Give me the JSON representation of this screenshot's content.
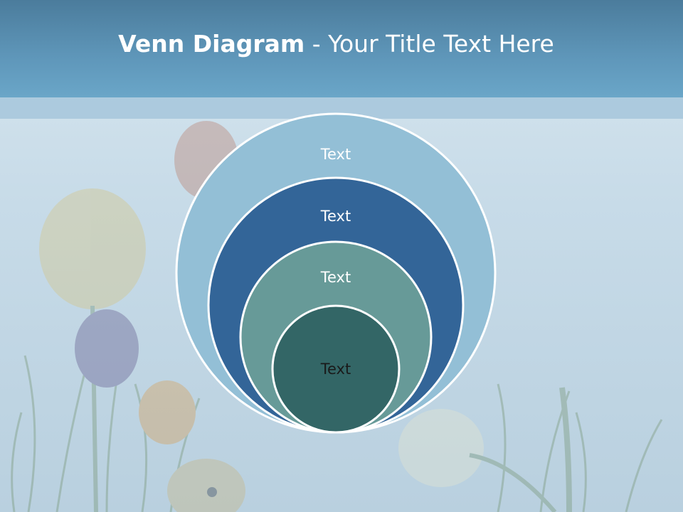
{
  "slide": {
    "title_bold": "Venn Diagram",
    "title_rest": " - Your Title Text Here"
  },
  "diagram": {
    "type": "nested-venn",
    "layers": [
      {
        "label": "Text",
        "color": "#93bfd6",
        "text_color": "#ffffff"
      },
      {
        "label": "Text",
        "color": "#336598",
        "text_color": "#ffffff"
      },
      {
        "label": "Text",
        "color": "#679a98",
        "text_color": "#ffffff"
      },
      {
        "label": "Text",
        "color": "#336666",
        "text_color": "#1a1a1a"
      }
    ]
  }
}
